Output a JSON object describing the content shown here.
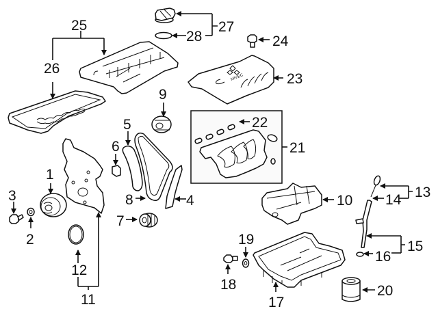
{
  "diagram": {
    "title": "Engine Parts Exploded View",
    "callouts": [
      {
        "number": "1",
        "part": "crankshaft-pulley"
      },
      {
        "number": "2",
        "part": "washer"
      },
      {
        "number": "3",
        "part": "pulley-bolt"
      },
      {
        "number": "4",
        "part": "chain-guide"
      },
      {
        "number": "5",
        "part": "tensioner-arm"
      },
      {
        "number": "6",
        "part": "chain-tensioner"
      },
      {
        "number": "7",
        "part": "crankshaft-sprocket"
      },
      {
        "number": "8",
        "part": "timing-chain"
      },
      {
        "number": "9",
        "part": "camshaft-sprocket"
      },
      {
        "number": "10",
        "part": "oil-pump-balancer"
      },
      {
        "number": "11",
        "part": "timing-cover-assembly"
      },
      {
        "number": "12",
        "part": "front-seal"
      },
      {
        "number": "13",
        "part": "dipstick-assembly"
      },
      {
        "number": "14",
        "part": "dipstick-o-ring"
      },
      {
        "number": "15",
        "part": "dipstick-tube-assembly"
      },
      {
        "number": "16",
        "part": "tube-o-ring"
      },
      {
        "number": "17",
        "part": "oil-pan"
      },
      {
        "number": "18",
        "part": "drain-plug"
      },
      {
        "number": "19",
        "part": "drain-plug-gasket"
      },
      {
        "number": "20",
        "part": "oil-filter"
      },
      {
        "number": "21",
        "part": "intake-manifold-assembly"
      },
      {
        "number": "22",
        "part": "manifold-gaskets"
      },
      {
        "number": "23",
        "part": "engine-cover"
      },
      {
        "number": "24",
        "part": "cover-bolt"
      },
      {
        "number": "25",
        "part": "valve-cover-assembly"
      },
      {
        "number": "26",
        "part": "valve-cover-gasket"
      },
      {
        "number": "27",
        "part": "oil-filler-cap-assembly"
      },
      {
        "number": "28",
        "part": "filler-cap-seal"
      }
    ],
    "cover_logo_text": "MIVEC"
  }
}
